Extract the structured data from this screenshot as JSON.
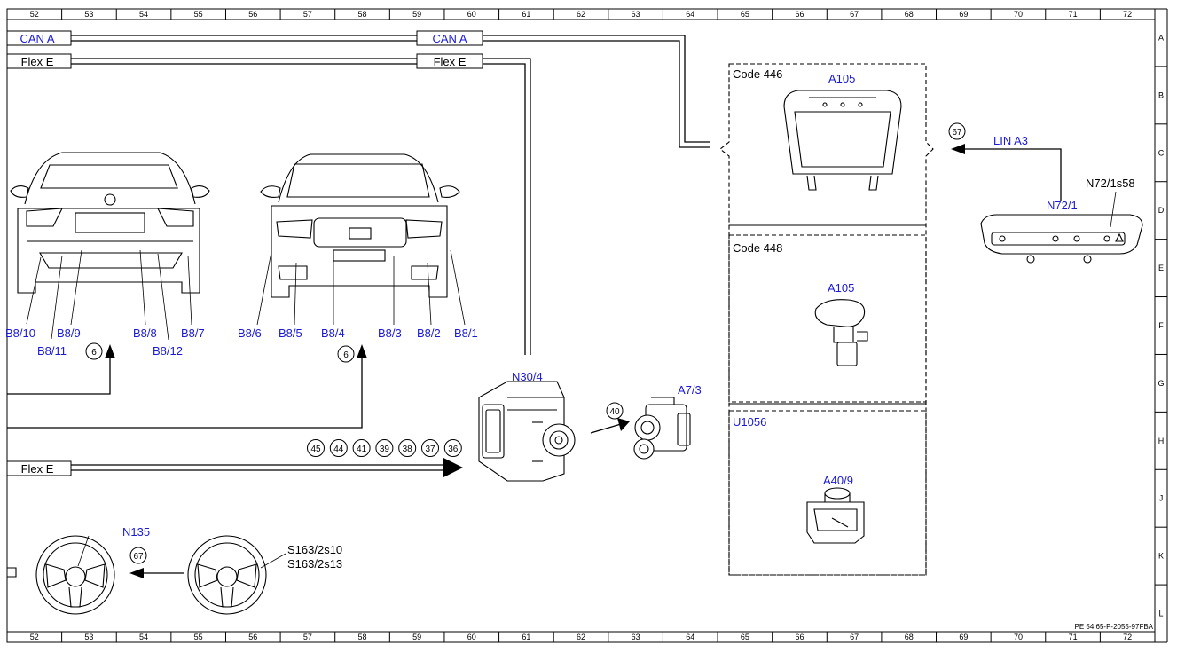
{
  "ruler": {
    "columns": [
      "52",
      "53",
      "54",
      "55",
      "56",
      "57",
      "58",
      "59",
      "60",
      "61",
      "62",
      "63",
      "64",
      "65",
      "66",
      "67",
      "68",
      "69",
      "70",
      "71",
      "72"
    ],
    "rows": [
      "A",
      "B",
      "C",
      "D",
      "E",
      "F",
      "G",
      "H",
      "J",
      "K",
      "L"
    ]
  },
  "buses": {
    "can_a_left": "CAN A",
    "can_a_mid": "CAN A",
    "flex_e_left": "Flex E",
    "flex_e_mid": "Flex E",
    "flex_e_bottom": "Flex E",
    "lin_a3": "LIN A3"
  },
  "sensors_rear": [
    "B8/10",
    "B8/9",
    "B8/11",
    "B8/8",
    "B8/12",
    "B8/7"
  ],
  "sensors_front": [
    "B8/6",
    "B8/5",
    "B8/4",
    "B8/3",
    "B8/2",
    "B8/1"
  ],
  "refs": {
    "rear_ref": "6",
    "front_ref": "6",
    "row": [
      "45",
      "44",
      "41",
      "39",
      "38",
      "37",
      "36"
    ],
    "a7_ref": "40",
    "lin_ref": "67",
    "wheel_ref": "67"
  },
  "components": {
    "n30": "N30/4",
    "a7": "A7/3",
    "n72": "N72/1",
    "n72_switch": "N72/1s58",
    "n135": "N135",
    "s163a": "S163/2s10",
    "s163b": "S163/2s13"
  },
  "panels": {
    "code446": "Code 446",
    "a105_top": "A105",
    "code448": "Code 448",
    "a105_mid": "A105",
    "u1056": "U1056",
    "a40": "A40/9"
  },
  "footer_code": "PE 54.65-P-2055-97FBA"
}
